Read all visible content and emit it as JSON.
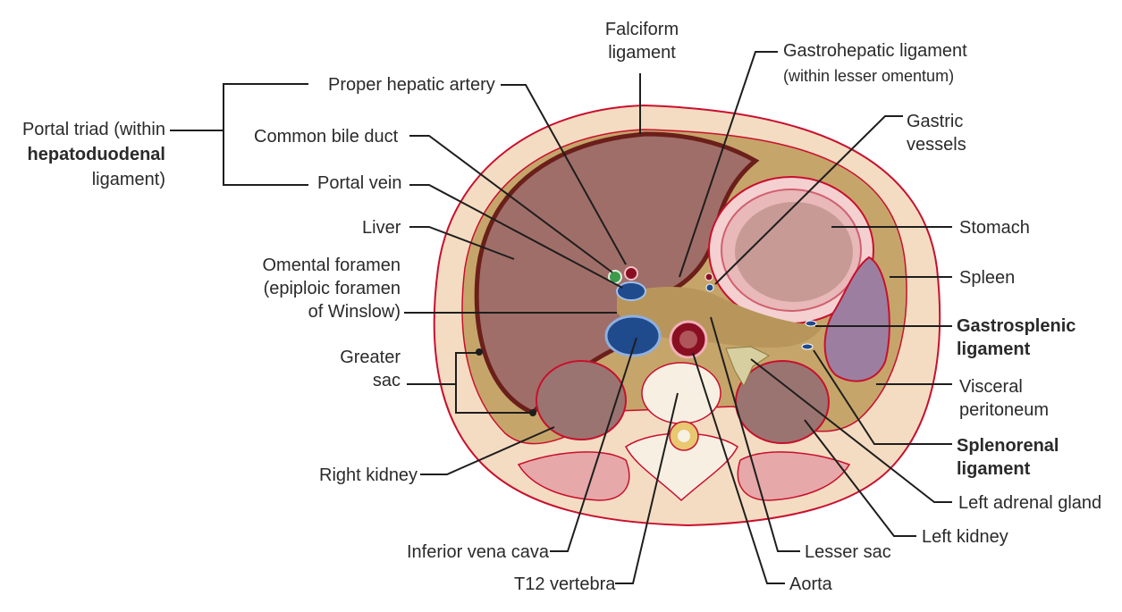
{
  "labels": {
    "falciform": "Falciform\nligament",
    "gastrohepatic": "Gastrohepatic ligament",
    "gastrohepatic_sub": "(within lesser omentum)",
    "proper_hepatic_artery": "Proper hepatic artery",
    "portal_triad_1": "Portal triad (within",
    "portal_triad_2": "hepatoduodenal",
    "portal_triad_3": "ligament)",
    "common_bile_duct": "Common bile duct",
    "portal_vein": "Portal vein",
    "gastric_vessels": "Gastric\nvessels",
    "liver": "Liver",
    "stomach": "Stomach",
    "omental_foramen": "Omental foramen\n(epiploic foramen\nof Winslow)",
    "spleen": "Spleen",
    "gastrosplenic": "Gastrosplenic\nligament",
    "greater_sac": "Greater\nsac",
    "visceral_peritoneum": "Visceral\nperitoneum",
    "splenorenal": "Splenorenal\nligament",
    "right_kidney": "Right kidney",
    "left_adrenal_gland": "Left adrenal gland",
    "left_kidney": "Left kidney",
    "inferior_vena_cava": "Inferior vena cava",
    "lesser_sac": "Lesser sac",
    "t12_vertebra": "T12 vertebra",
    "aorta": "Aorta"
  },
  "colors": {
    "skin": "#f4dcc2",
    "liver": "#a06e68",
    "liver_border": "#6b1f1a",
    "peritoneum": "#c6a56a",
    "stomach_wall": "#e9b8b8",
    "stomach_inner": "#c89a96",
    "spleen": "#9c7fa0",
    "kidney": "#9a7470",
    "ivc": "#1f4a8c",
    "aorta": "#8a0e22",
    "vertebra": "#f7efe2",
    "muscle": "#e6a8a8",
    "adrenal": "#d8cfa0",
    "cbd": "#3c9a4a"
  }
}
